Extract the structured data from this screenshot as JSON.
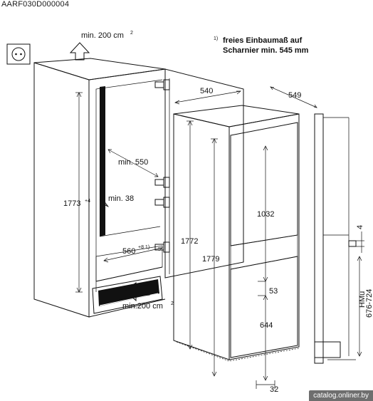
{
  "doc_code": "AARF030D000004",
  "watermark": "catalog.onliner.by",
  "note": {
    "marker": "1)",
    "line1": "freies Einbaumaß auf",
    "line2": "Scharnier min. 545 mm"
  },
  "dimensions": {
    "vent_top": "min. 200 cm",
    "vent_top_sup": "2",
    "vent_bottom": "min.200 cm",
    "vent_bottom_sup": "2",
    "min550": "min. 550",
    "min38": "min. 38",
    "d560": "560",
    "d560_sup": "+8 1)",
    "d1773": "1773",
    "d1773_sup": "+4",
    "d540": "540",
    "d549": "549",
    "d1772": "1772",
    "d1779": "1779",
    "d1032": "1032",
    "d53": "53",
    "d644": "644",
    "d32": "32",
    "d4": "4",
    "hmu": "HMu",
    "hmu_range": "676-724"
  },
  "icons": [
    "power-socket-icon",
    "airflow-up-arrow-icon",
    "airflow-in-arrow-icon"
  ]
}
